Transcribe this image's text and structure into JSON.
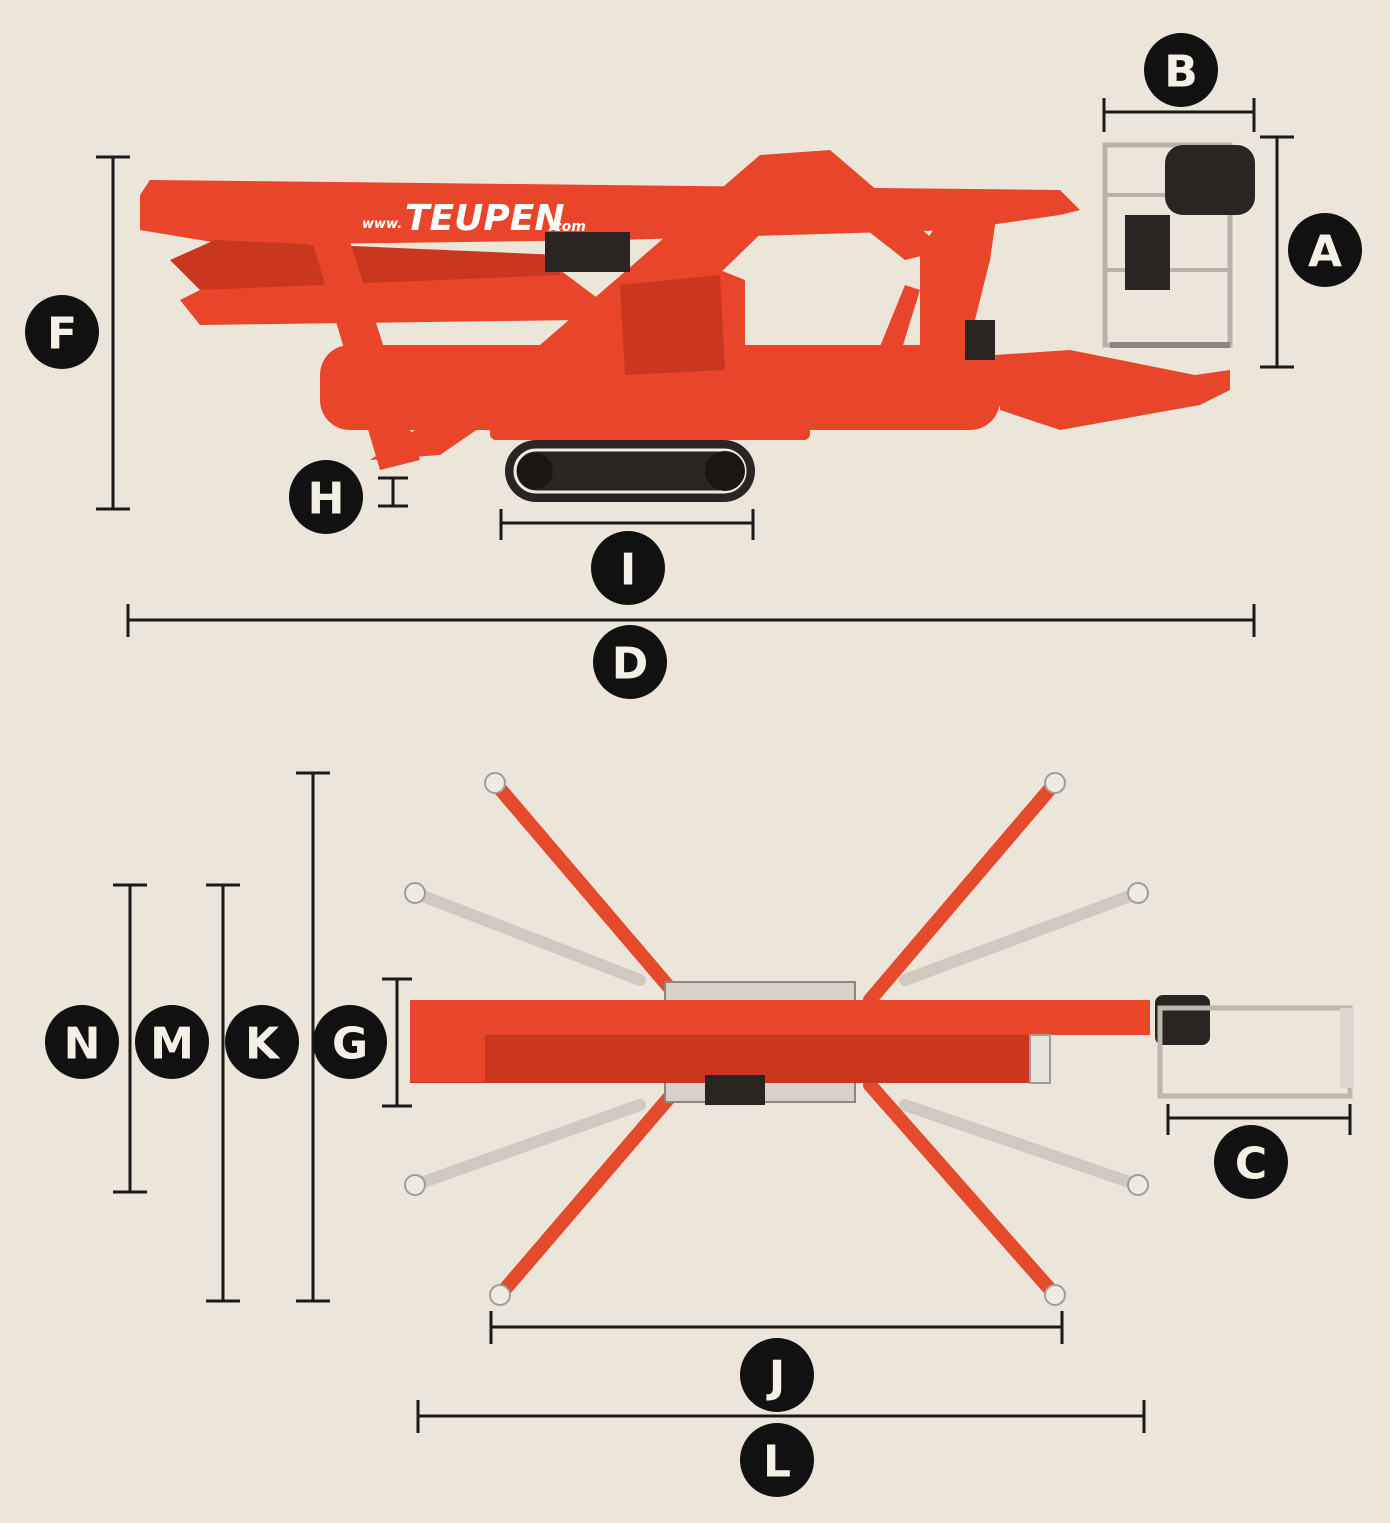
{
  "brand": {
    "logo_text": "TEUPEN",
    "prefix": "www.",
    "suffix": ".com"
  },
  "side_view": {
    "dimension_labels": [
      "A",
      "B",
      "D",
      "F",
      "H",
      "I"
    ]
  },
  "top_view": {
    "dimension_labels": [
      "C",
      "G",
      "J",
      "K",
      "L",
      "M",
      "N"
    ]
  },
  "labels": {
    "A": "A",
    "B": "B",
    "C": "C",
    "D": "D",
    "F": "F",
    "G": "G",
    "H": "H",
    "I": "I",
    "J": "J",
    "K": "K",
    "L": "L",
    "M": "M",
    "N": "N"
  },
  "colors": {
    "machine_red": "#e8452a",
    "background": "#ece6da",
    "badge": "#111111"
  }
}
